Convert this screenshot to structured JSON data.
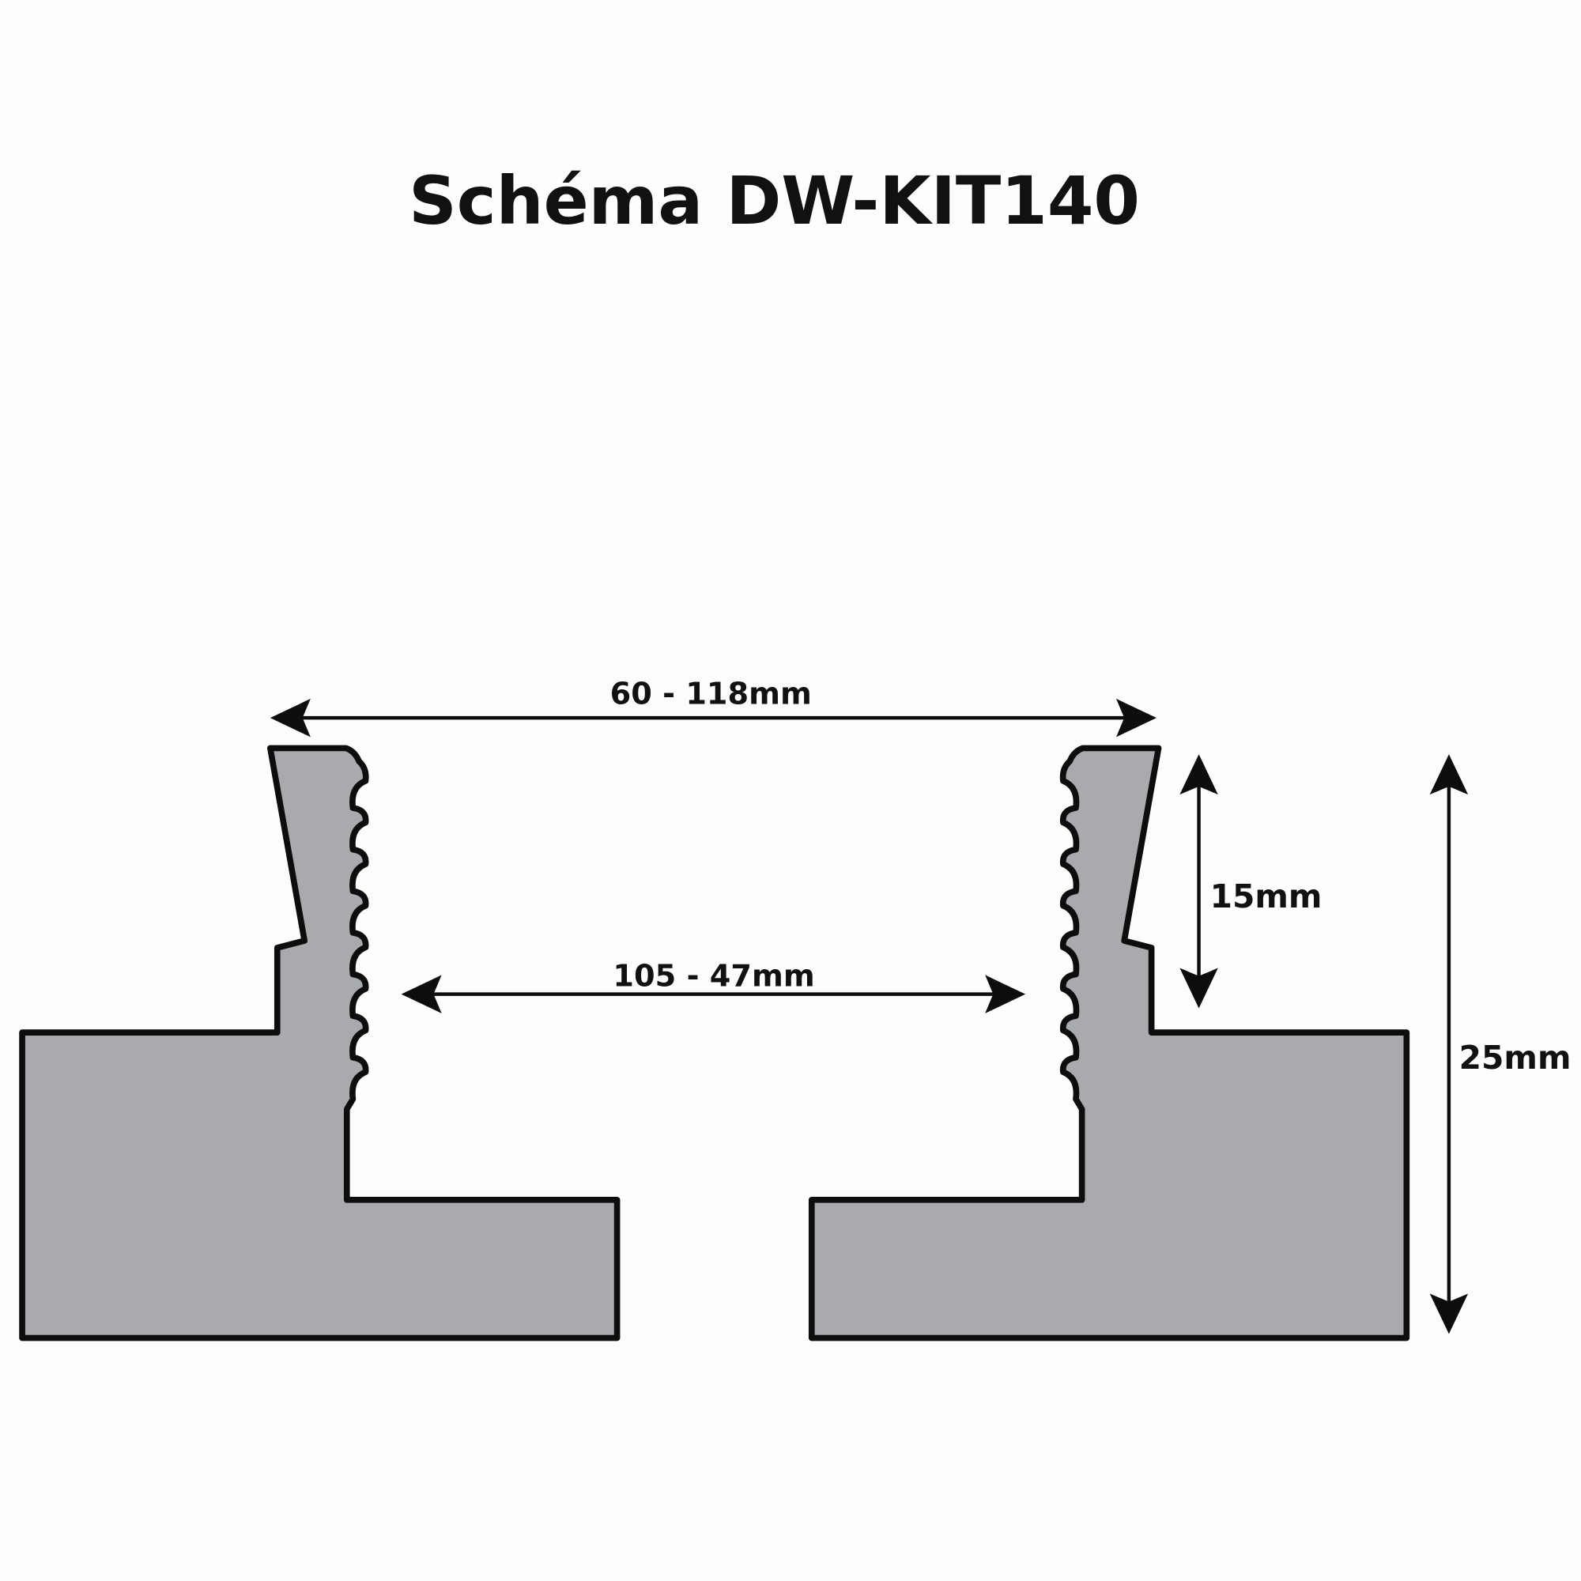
{
  "title": "Schéma DW-KIT140",
  "dimensions": {
    "outer_width": "60 - 118mm",
    "inner_width": "105 - 47mm",
    "thread_height": "15mm",
    "total_height": "25mm"
  },
  "colors": {
    "fill": "#a9aaae",
    "stroke": "#0d0d0d",
    "background": "#fdfdfd"
  }
}
